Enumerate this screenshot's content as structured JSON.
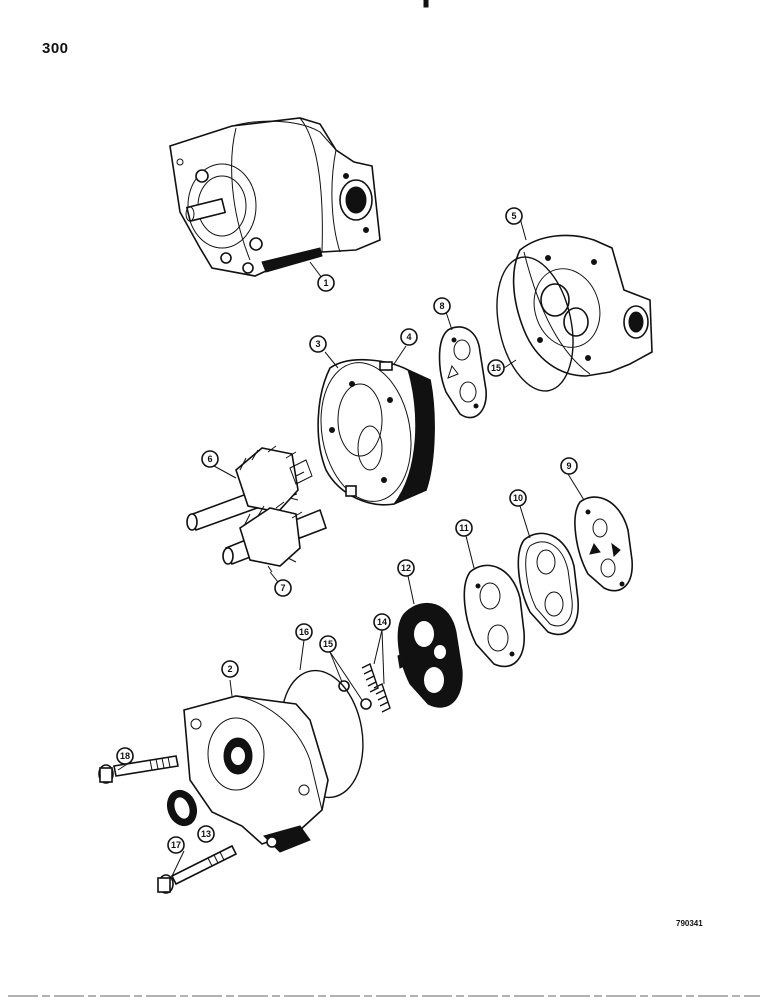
{
  "page": {
    "number": "300",
    "figure_code": "790341"
  },
  "parts": [
    {
      "id": "pump-assembly",
      "label": "1"
    },
    {
      "id": "front-cover",
      "label": "2"
    },
    {
      "id": "gear-housing",
      "label": "3"
    },
    {
      "id": "dowel-pin",
      "label": "4"
    },
    {
      "id": "rear-cover",
      "label": "5"
    },
    {
      "id": "drive-gear",
      "label": "6"
    },
    {
      "id": "driven-gear",
      "label": "7"
    },
    {
      "id": "gasket-rear",
      "label": "8"
    },
    {
      "id": "gasket-plate",
      "label": "9"
    },
    {
      "id": "seal-plate",
      "label": "10"
    },
    {
      "id": "backup-gasket",
      "label": "11"
    },
    {
      "id": "wear-plate",
      "label": "12"
    },
    {
      "id": "shaft-seal",
      "label": "13"
    },
    {
      "id": "springs",
      "label": "14"
    },
    {
      "id": "o-ring-rear",
      "label": "15"
    },
    {
      "id": "balls",
      "label": "15"
    },
    {
      "id": "o-ring-front",
      "label": "16"
    },
    {
      "id": "short-bolt",
      "label": "17"
    },
    {
      "id": "long-bolt",
      "label": "18"
    }
  ]
}
